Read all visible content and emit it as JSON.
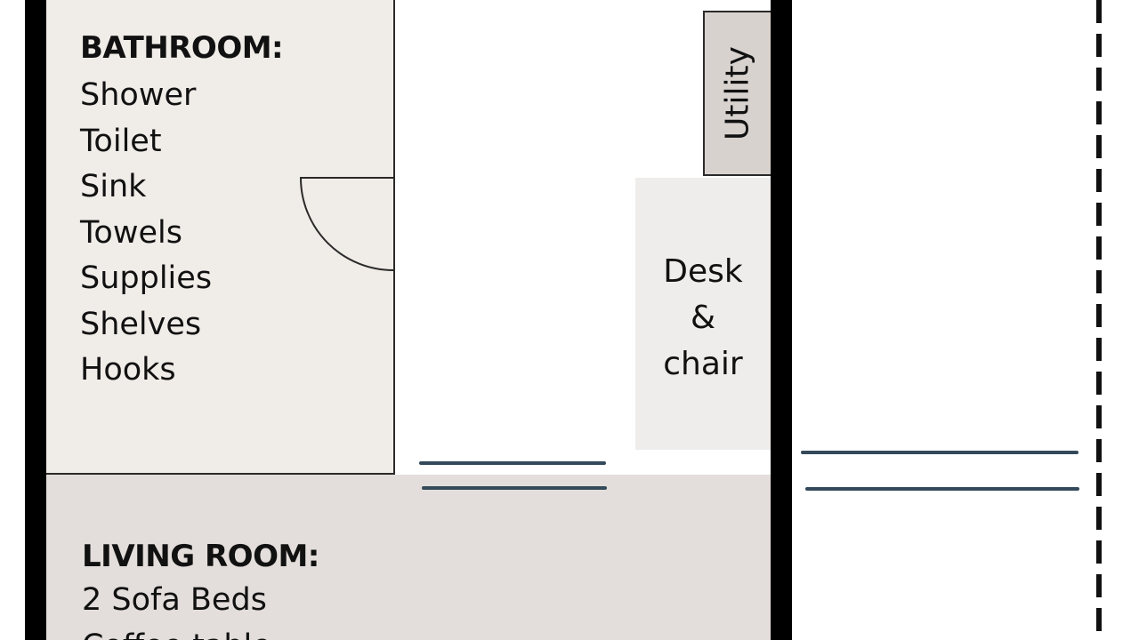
{
  "bathroom": {
    "title": "BATHROOM:",
    "items": [
      "Shower",
      "Toilet",
      "Sink",
      "Towels",
      "Supplies",
      "Shelves",
      "Hooks"
    ]
  },
  "utility": {
    "label": "Utility"
  },
  "desk": {
    "line1": "Desk",
    "line2": "&",
    "line3": "chair"
  },
  "living_room": {
    "title": "LIVING ROOM:",
    "items": [
      "2 Sofa Beds",
      "Coffee table"
    ]
  },
  "colors": {
    "bathroom_fill": "#f0ece8",
    "living_fill": "#e3dedb",
    "utility_fill": "#d8d2cf",
    "desk_fill": "#efedeb",
    "wall": "#000000",
    "window_line": "#34495a"
  }
}
